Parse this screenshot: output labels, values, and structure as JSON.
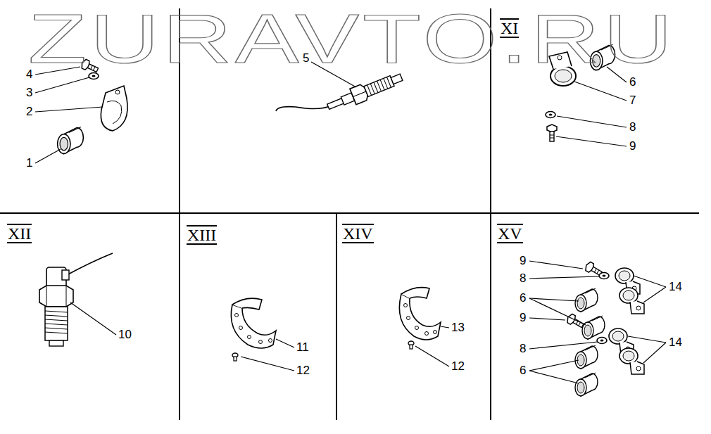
{
  "diagram": {
    "labels": [
      "ZURAVTO.RU",
      "4",
      "3",
      "2",
      "1",
      "5",
      "XI",
      "6",
      "7",
      "8",
      "9",
      "XII",
      "10",
      "XIII",
      "11",
      "12",
      "XIV",
      "13",
      "12",
      "XV",
      "9",
      "8",
      "6",
      "9",
      "8",
      "6",
      "14",
      "14"
    ]
  }
}
